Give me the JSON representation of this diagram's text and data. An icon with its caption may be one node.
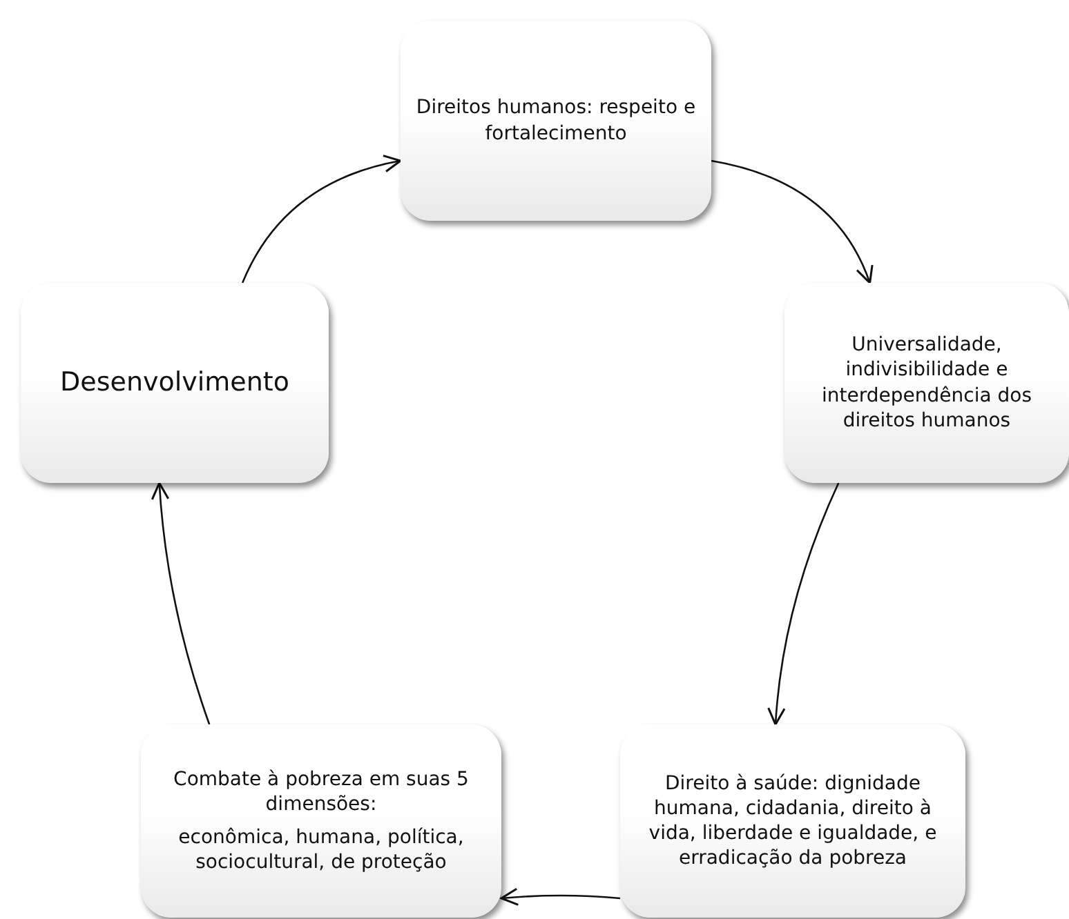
{
  "diagram": {
    "nodes": [
      {
        "text": [
          "Direitos humanos: respeito e fortalecimento"
        ]
      },
      {
        "text": [
          "Desenvolvimento"
        ]
      },
      {
        "text": [
          "Universalidade, indivisibilidade e interdependência dos direitos humanos"
        ]
      },
      {
        "text": [
          "Combate à pobreza em suas 5 dimensões:",
          "econômica, humana, política, sociocultural, de proteção"
        ]
      },
      {
        "text": [
          "Direito à saúde: dignidade humana, cidadania, direito à vida, liberdade e igualdade, e erradicação da pobreza"
        ]
      }
    ],
    "edges": [
      {
        "from": 1,
        "to": 0,
        "arrow": "to"
      },
      {
        "from": 0,
        "to": 2,
        "arrow": "to"
      },
      {
        "from": 2,
        "to": 4,
        "arrow": "to"
      },
      {
        "from": 4,
        "to": 3,
        "arrow": "to"
      },
      {
        "from": 3,
        "to": 1,
        "arrow": "to"
      }
    ]
  }
}
